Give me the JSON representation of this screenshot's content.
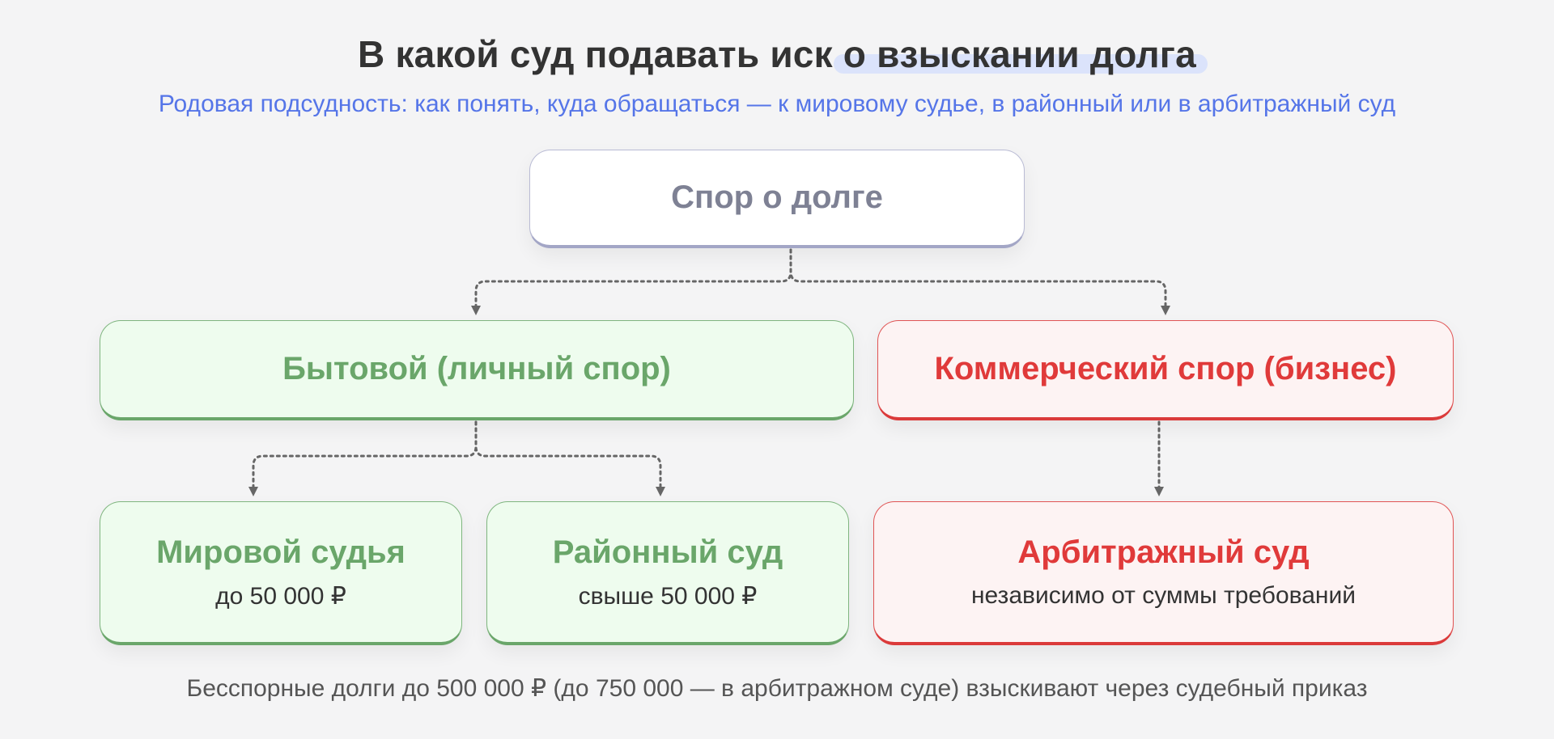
{
  "title": {
    "main": "В какой суд подавать иск",
    "highlight": "о взыскании долга"
  },
  "subtitle": "Родовая подсудность: как понять, куда обращаться — к мировому судье, в районный или в арбитражный суд",
  "nodes": {
    "root": {
      "label": "Спор о долге"
    },
    "household": {
      "label": "Бытовой (личный спор)"
    },
    "commercial": {
      "label": "Коммерческий спор (бизнес)"
    },
    "magistrate": {
      "label": "Мировой судья",
      "detail": "до 50 000 ₽"
    },
    "district": {
      "label": "Районный суд",
      "detail": "свыше 50 000 ₽"
    },
    "arbitration": {
      "label": "Арбитражный суд",
      "detail": "независимо от суммы требований"
    }
  },
  "footer": "Бесспорные долги до 500 000 ₽ (до 750 000 — в арбитражном суде) взыскивают через судебный приказ",
  "colors": {
    "green": "#6aa66a",
    "red": "#e03a3a",
    "accent_blue": "#5575e8",
    "connector": "#666666"
  }
}
